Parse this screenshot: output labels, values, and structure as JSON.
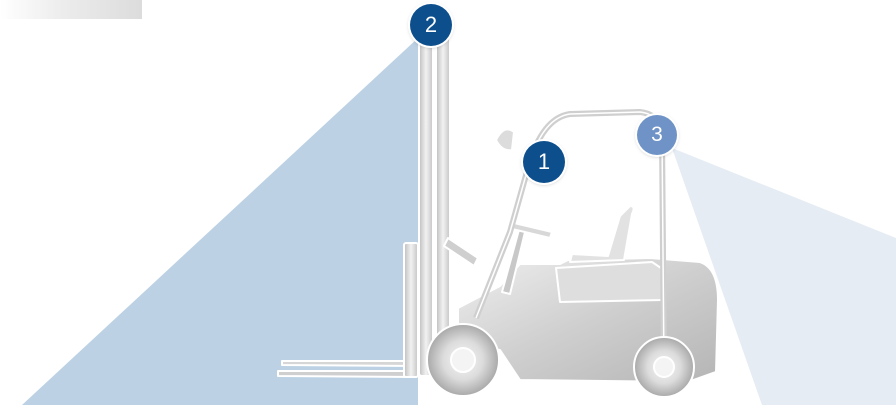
{
  "markers": [
    {
      "id": "1",
      "label": "1",
      "color": "#0d4f8c"
    },
    {
      "id": "2",
      "label": "2",
      "color": "#0d4f8c"
    },
    {
      "id": "3",
      "label": "3",
      "color": "#6f93c6"
    }
  ],
  "colors": {
    "front_zone": "#bcd1e3",
    "rear_zone": "#e5ecf3",
    "vehicle_body": "#d2d2d2",
    "vehicle_outline": "#ffffff"
  }
}
